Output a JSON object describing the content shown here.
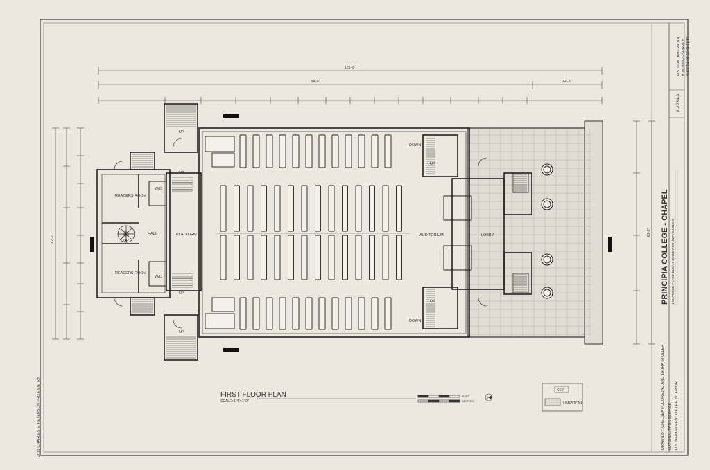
{
  "title_block": {
    "title": "PRINCIPIA COLLEGE - CHAPEL",
    "address": "1 MAYBECK PLACE   ELSAH   JERSEY COUNTY   ILLINOIS",
    "survey_line_1": "HISTORIC AMERICAN",
    "survey_line_2": "BUILDINGS SURVEY",
    "sheet": "SHEET 4 OF 16 SHEETS",
    "habs_no": "IL-1234-A",
    "drawn_by": "DRAWN BY: CHELSEA PODOREJAC AND LAURA STOLLER",
    "agency_1": "NATIONAL PARK SERVICE",
    "agency_2": "U.S. DEPARTMENT OF THE INTERIOR"
  },
  "side_note": "2011 CHARLES E. PETERSON PRIZE ENTRY",
  "plan": {
    "title": "FIRST FLOOR PLAN",
    "scale": "SCALE: 1/4\"=1'-0\"",
    "rooms": {
      "readers_room_top": "READERS ROOM",
      "readers_room_bottom": "READERS ROOM",
      "wc_top": "W/C",
      "wc_bottom": "W/C",
      "hall": "HALL",
      "platform": "PLATFORM",
      "auditorium": "AUDITORIUM",
      "lobby": "LOBBY",
      "down_top": "DOWN",
      "down_bottom": "DOWN",
      "up_labels": [
        "UP",
        "UP",
        "UP",
        "UP",
        "UP",
        "UP",
        "UP"
      ]
    },
    "dims": {
      "overall": "155'-8\"",
      "main": "94'-0\"",
      "right": "44'-8\"",
      "left_overall": "47'-0\"",
      "right_overall": "60'-8\""
    },
    "scale_bar": {
      "feet": "FEET",
      "meters": "METERS"
    }
  },
  "key": {
    "title": "KEY",
    "limestone": "LIMESTONE"
  }
}
